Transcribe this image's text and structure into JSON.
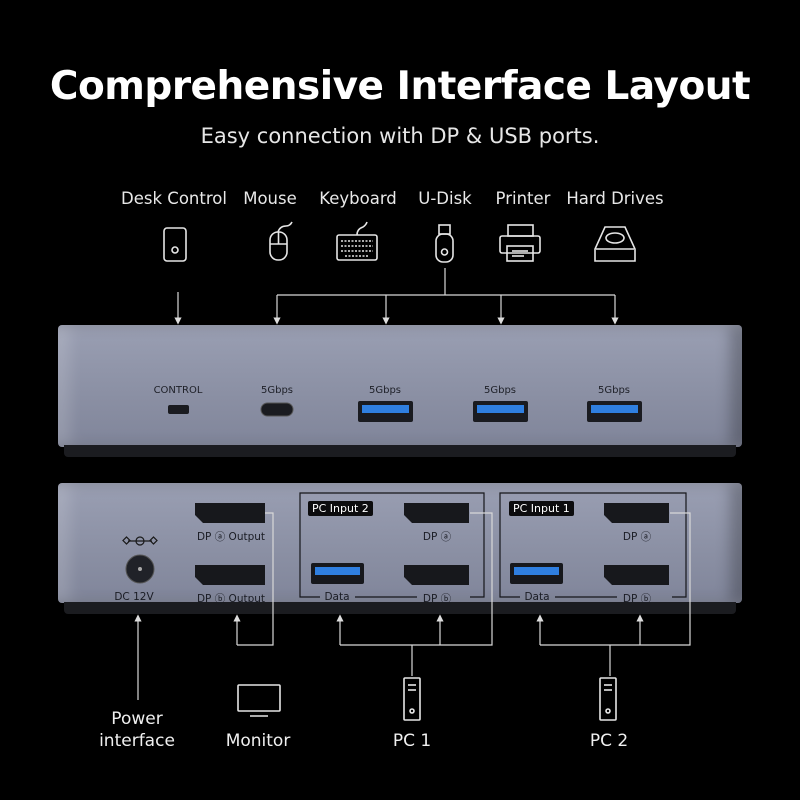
{
  "header": {
    "title": "Comprehensive Interface Layout",
    "subtitle": "Easy connection with DP & USB ports."
  },
  "peripherals": [
    {
      "label": "Desk Control",
      "icon": "desk-control-icon"
    },
    {
      "label": "Mouse",
      "icon": "mouse-icon"
    },
    {
      "label": "Keyboard",
      "icon": "keyboard-icon"
    },
    {
      "label": "U-Disk",
      "icon": "usb-drive-icon"
    },
    {
      "label": "Printer",
      "icon": "printer-icon"
    },
    {
      "label": "Hard Drives",
      "icon": "hard-drive-icon"
    }
  ],
  "front_panel": {
    "ports": [
      {
        "label": "CONTROL",
        "type": "mini-usb"
      },
      {
        "label": "5Gbps",
        "type": "usb-c"
      },
      {
        "label": "5Gbps",
        "type": "usb-a"
      },
      {
        "label": "5Gbps",
        "type": "usb-a"
      },
      {
        "label": "5Gbps",
        "type": "usb-a"
      }
    ]
  },
  "rear_panel": {
    "dc_label": "DC 12V",
    "dp_a_output": "DP ⓐ Output",
    "dp_b_output": "DP ⓑ Output",
    "groups": [
      {
        "badge": "PC Input 2",
        "dp_a": "DP ⓐ",
        "data": "Data",
        "dp_b": "DP ⓑ"
      },
      {
        "badge": "PC Input 1",
        "dp_a": "DP ⓐ",
        "data": "Data",
        "dp_b": "DP ⓑ"
      }
    ]
  },
  "bottom": {
    "power_line1": "Power",
    "power_line2": "interface",
    "monitor": "Monitor",
    "pc1": "PC 1",
    "pc2": "PC 2"
  },
  "colors": {
    "usb_blue": "#2f7fe0",
    "device_gray": "#8d92a6"
  }
}
